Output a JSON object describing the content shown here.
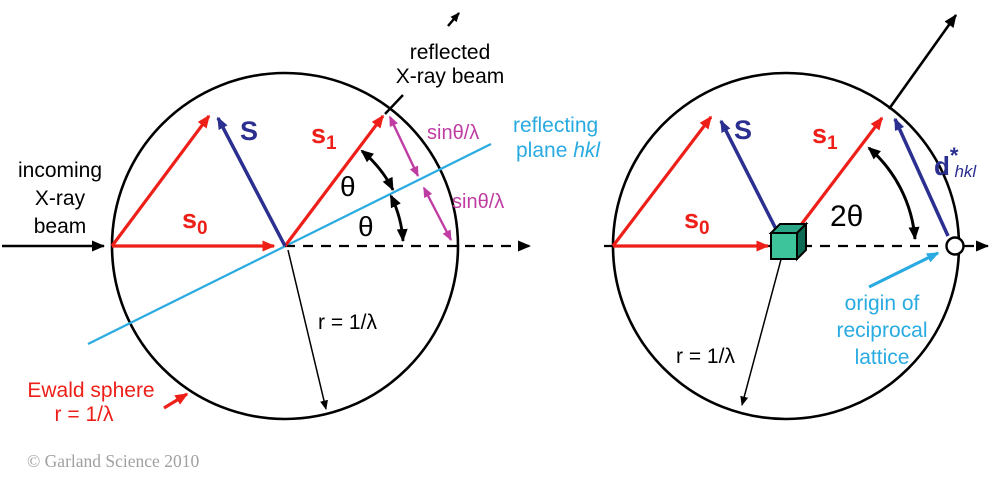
{
  "colors": {
    "red": "#ee1f18",
    "dark_blue": "#2b2f90",
    "cyan": "#29abe2",
    "magenta": "#bf3da3",
    "cube_front": "#3ec49b",
    "cube_top": "#2aa585",
    "cube_side": "#0c6b52",
    "gray": "#a0a0a0",
    "black": "#000000"
  },
  "left": {
    "incoming_beam": {
      "line1": "incoming",
      "line2": "X-ray",
      "line3": "beam"
    },
    "reflected_beam": {
      "line1": "reflected",
      "line2": "X-ray beam"
    },
    "vector_s": "S",
    "vector_s1": {
      "base": "s",
      "sub": "1"
    },
    "vector_s0": {
      "base": "s",
      "sub": "0"
    },
    "theta_upper": "θ",
    "theta_lower": "θ",
    "sin_theta_upper": "sinθ/λ",
    "sin_theta_lower": "sinθ/λ",
    "reflecting_plane": {
      "line1": "reflecting",
      "line2_prefix": "plane ",
      "line2_italic": "hkl"
    },
    "radius": "r = 1/λ",
    "ewald": {
      "line1": "Ewald sphere",
      "line2": "r = 1/λ"
    }
  },
  "right": {
    "vector_s": "S",
    "vector_s1": {
      "base": "s",
      "sub": "1"
    },
    "vector_s0": {
      "base": "s",
      "sub": "0"
    },
    "two_theta": "2θ",
    "d_star": {
      "base": "d",
      "sup": "*",
      "sub": "hkl"
    },
    "origin": {
      "line1": "origin of",
      "line2": "reciprocal",
      "line3": "lattice"
    },
    "radius": "r = 1/λ"
  },
  "footer": {
    "copyright": "© Garland Science 2010"
  }
}
